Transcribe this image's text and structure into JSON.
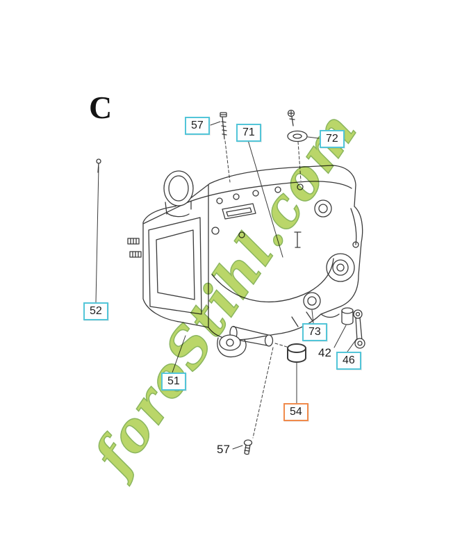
{
  "diagram": {
    "section_letter": "C",
    "watermark": {
      "text": "foroStihl.com",
      "color_light": "#a9cc43",
      "color_dark": "#6ca335"
    },
    "colors": {
      "callout_border": "#52c5d8",
      "highlight_border": "#f08a4b",
      "line": "#3a3a3a",
      "background": "#ffffff"
    },
    "callouts": {
      "c57_top": {
        "label": "57",
        "boxed": true,
        "highlight": false
      },
      "c71": {
        "label": "71",
        "boxed": true,
        "highlight": false
      },
      "c72": {
        "label": "72",
        "boxed": true,
        "highlight": false
      },
      "c52": {
        "label": "52",
        "boxed": true,
        "highlight": false
      },
      "c73": {
        "label": "73",
        "boxed": true,
        "highlight": false
      },
      "c42": {
        "label": "42",
        "boxed": false,
        "highlight": false
      },
      "c46": {
        "label": "46",
        "boxed": true,
        "highlight": false
      },
      "c51": {
        "label": "51",
        "boxed": true,
        "highlight": false
      },
      "c54": {
        "label": "54",
        "boxed": true,
        "highlight": true
      },
      "c57_bottom": {
        "label": "57",
        "boxed": false,
        "highlight": false
      }
    }
  }
}
